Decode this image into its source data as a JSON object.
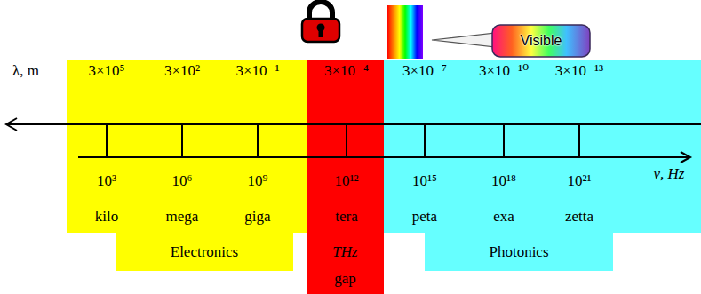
{
  "diagram": {
    "nodes": [
      {
        "text": [
          "Visible"
        ]
      },
      {
        "text": [
          "THz",
          "gap"
        ]
      },
      {
        "text": [
          "Electronics"
        ]
      },
      {
        "text": [
          "Photonics"
        ]
      }
    ],
    "labels": [
      "λ, m",
      "3×10⁵",
      "3×10²",
      "3×10⁻¹",
      "3×10⁻⁴",
      "3×10⁻⁷",
      "3×10⁻¹⁰",
      "3×10⁻¹³",
      "ν, Hz",
      "10³",
      "10⁶",
      "10⁹",
      "10¹²",
      "10¹⁵",
      "10¹⁸",
      "10²¹",
      "kilo",
      "mega",
      "giga",
      "tera",
      "peta",
      "exa",
      "zetta"
    ]
  }
}
